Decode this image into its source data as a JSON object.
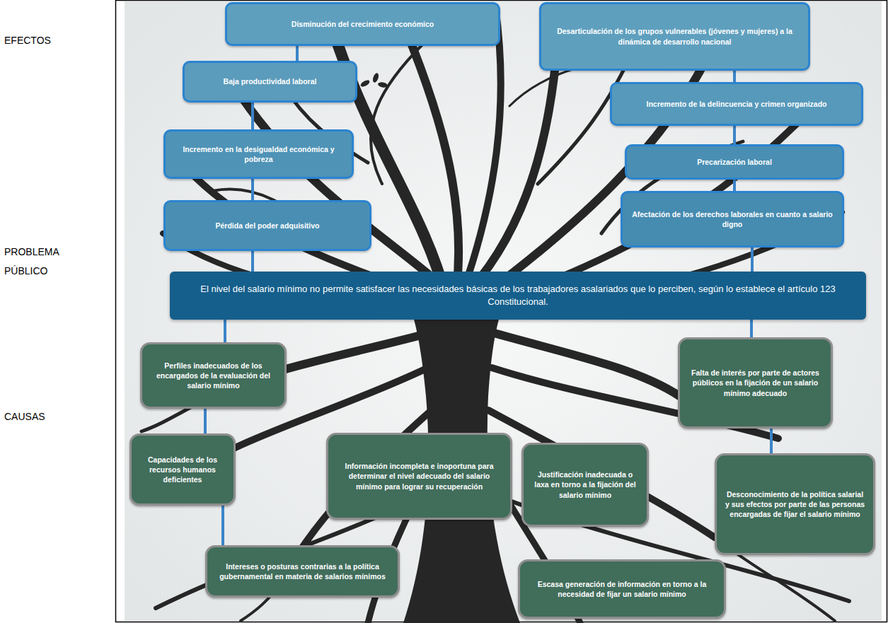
{
  "diagram": {
    "nodes": [
      {
        "text": [
          "Disminución del crecimiento económico"
        ]
      },
      {
        "text": [
          "Baja productividad laboral"
        ]
      },
      {
        "text": [
          "Incremento en la desigualdad económica y pobreza"
        ]
      },
      {
        "text": [
          "Pérdida del poder adquisitivo"
        ]
      },
      {
        "text": [
          "Desarticulación de los grupos vulnerables (jóvenes y mujeres) a la dinámica de desarrollo nacional"
        ]
      },
      {
        "text": [
          "Incremento de la delincuencia y crimen organizado"
        ]
      },
      {
        "text": [
          "Precarización laboral"
        ]
      },
      {
        "text": [
          "Afectación de los derechos laborales en cuanto a salario digno"
        ]
      },
      {
        "text": [
          "El nivel del salario mínimo no permite satisfacer las necesidades básicas de los trabajadores asalariados que lo perciben, según lo establece el artículo 123 Constitucional."
        ]
      },
      {
        "text": [
          "Perfiles inadecuados de los encargados de la evaluación del salario mínimo"
        ]
      },
      {
        "text": [
          "Falta de interés por parte de actores públicos en la fijación de un salario mínimo adecuado"
        ]
      },
      {
        "text": [
          "Capacidades de los recursos humanos deficientes"
        ]
      },
      {
        "text": [
          "Información incompleta e inoportuna para determinar el nivel adecuado del salario mínimo para lograr su recuperación"
        ]
      },
      {
        "text": [
          "Justificación inadecuada o laxa en torno a la fijación del salario mínimo"
        ]
      },
      {
        "text": [
          "Desconocimiento de la política salarial y sus efectos por parte de las personas encargadas de fijar el salario mínimo"
        ]
      },
      {
        "text": [
          "Intereses o posturas contrarias a la política gubernamental en materia de salarios mínimos"
        ]
      },
      {
        "text": [
          "Escasa generación de información en torno a la necesidad de fijar un salario mínimo"
        ]
      }
    ],
    "edges": [
      {
        "from": 8,
        "to": 3,
        "arrow": "none"
      },
      {
        "from": 3,
        "to": 2,
        "arrow": "none"
      },
      {
        "from": 2,
        "to": 1,
        "arrow": "none"
      },
      {
        "from": 1,
        "to": 0,
        "arrow": "none"
      },
      {
        "from": 8,
        "to": 7,
        "arrow": "none"
      },
      {
        "from": 7,
        "to": 6,
        "arrow": "none"
      },
      {
        "from": 6,
        "to": 5,
        "arrow": "none"
      },
      {
        "from": 5,
        "to": 4,
        "arrow": "none"
      },
      {
        "from": 8,
        "to": 9,
        "arrow": "none"
      },
      {
        "from": 9,
        "to": 11,
        "arrow": "none"
      },
      {
        "from": 11,
        "to": 15,
        "arrow": "none"
      },
      {
        "from": 8,
        "to": 10,
        "arrow": "none"
      },
      {
        "from": 10,
        "to": 14,
        "arrow": "none"
      }
    ],
    "labels": [
      "EFECTOS",
      "PROBLEMA PÚBLICO",
      "CAUSAS"
    ]
  }
}
